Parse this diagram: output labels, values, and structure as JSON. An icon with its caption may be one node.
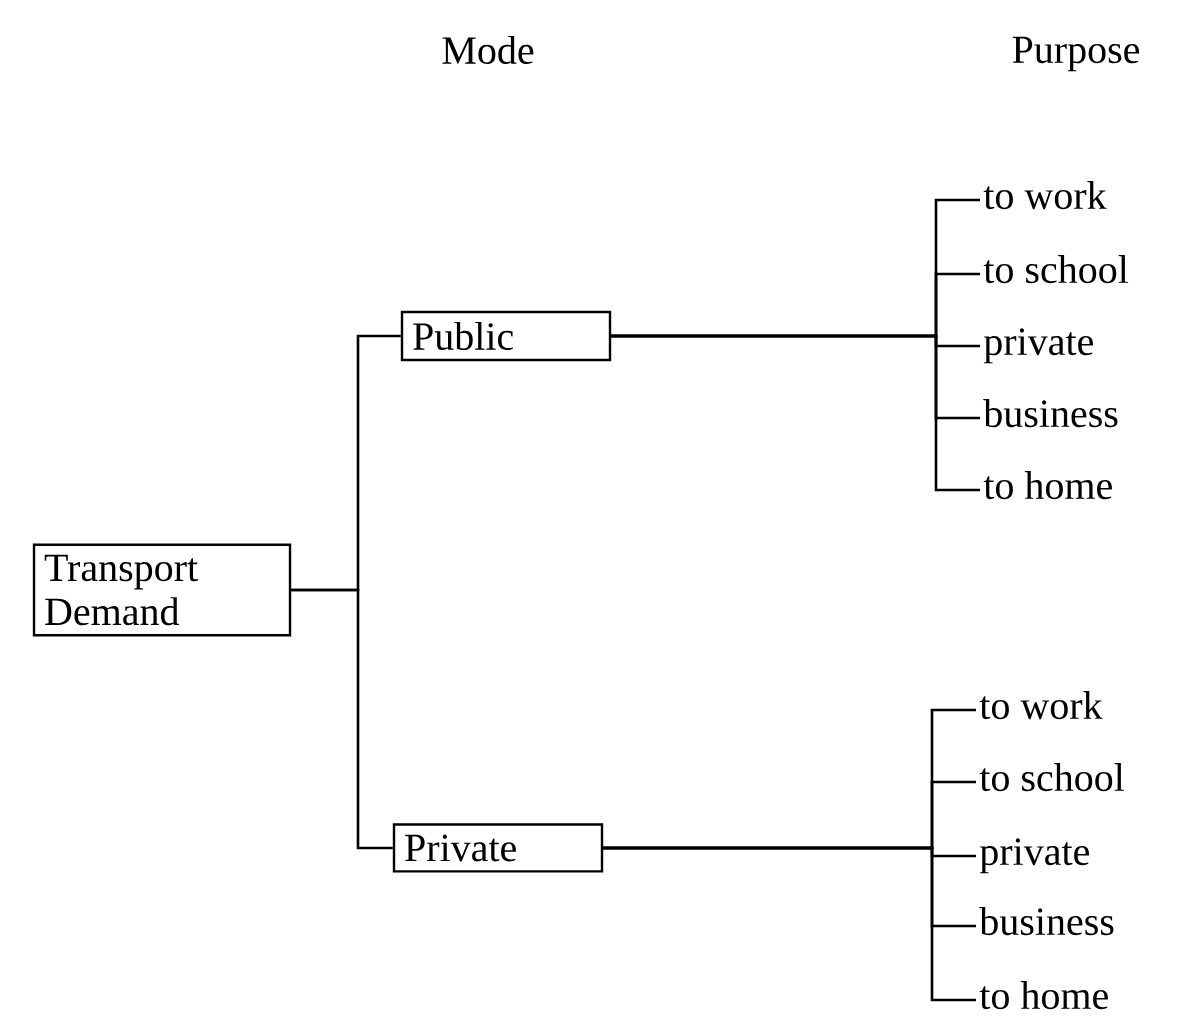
{
  "diagram": {
    "nodes": [
      {
        "text": [
          "Transport Demand"
        ]
      },
      {
        "text": [
          "Public"
        ]
      },
      {
        "text": [
          "Private"
        ]
      },
      {
        "text": [
          "to work"
        ]
      },
      {
        "text": [
          "to school"
        ]
      },
      {
        "text": [
          "private"
        ]
      },
      {
        "text": [
          "business"
        ]
      },
      {
        "text": [
          "to home"
        ]
      },
      {
        "text": [
          "to work"
        ]
      },
      {
        "text": [
          "to school"
        ]
      },
      {
        "text": [
          "private"
        ]
      },
      {
        "text": [
          "business"
        ]
      },
      {
        "text": [
          "to home"
        ]
      }
    ],
    "edges": [
      {
        "from": 0,
        "to": 1,
        "arrow": "none"
      },
      {
        "from": 0,
        "to": 2,
        "arrow": "none"
      },
      {
        "from": 1,
        "to": 3,
        "arrow": "none"
      },
      {
        "from": 1,
        "to": 4,
        "arrow": "none"
      },
      {
        "from": 1,
        "to": 5,
        "arrow": "none"
      },
      {
        "from": 1,
        "to": 6,
        "arrow": "none"
      },
      {
        "from": 1,
        "to": 7,
        "arrow": "none"
      },
      {
        "from": 2,
        "to": 8,
        "arrow": "none"
      },
      {
        "from": 2,
        "to": 9,
        "arrow": "none"
      },
      {
        "from": 2,
        "to": 10,
        "arrow": "none"
      },
      {
        "from": 2,
        "to": 11,
        "arrow": "none"
      },
      {
        "from": 2,
        "to": 12,
        "arrow": "none"
      }
    ],
    "labels": [
      "Mode",
      "Purpose"
    ]
  }
}
